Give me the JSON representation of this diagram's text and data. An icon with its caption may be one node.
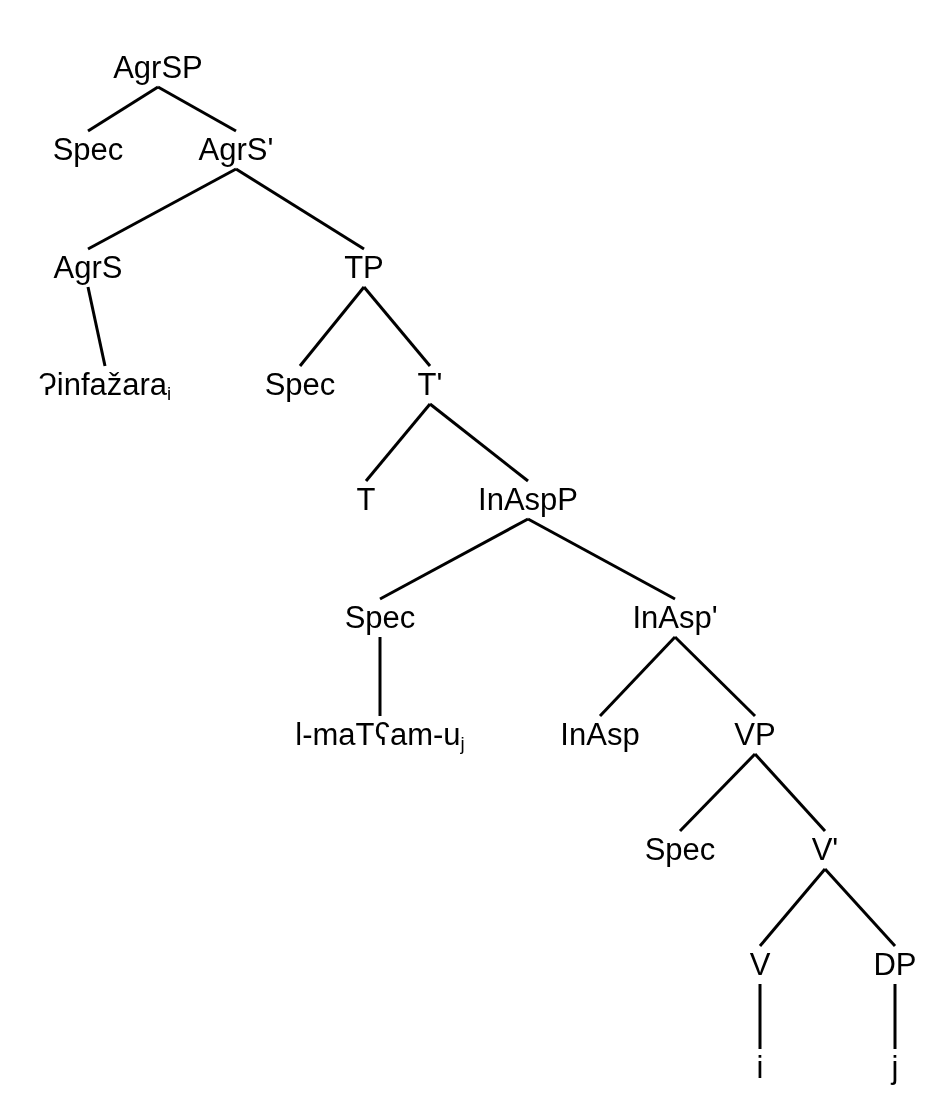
{
  "diagram": {
    "nodes": [
      {
        "text": [
          "AgrSP"
        ]
      },
      {
        "text": [
          "Spec"
        ]
      },
      {
        "text": [
          "AgrS'"
        ]
      },
      {
        "text": [
          "AgrS"
        ]
      },
      {
        "text": [
          "TP"
        ]
      },
      {
        "text": [
          "Ɂinfažara$_{i}$"
        ]
      },
      {
        "text": [
          "Spec"
        ]
      },
      {
        "text": [
          "T'"
        ]
      },
      {
        "text": [
          "T"
        ]
      },
      {
        "text": [
          "InAspP"
        ]
      },
      {
        "text": [
          "Spec"
        ]
      },
      {
        "text": [
          "InAsp'"
        ]
      },
      {
        "text": [
          "l-maTʕam-u$_{j}$"
        ]
      },
      {
        "text": [
          "InAsp"
        ]
      },
      {
        "text": [
          "VP"
        ]
      },
      {
        "text": [
          "Spec"
        ]
      },
      {
        "text": [
          "V'"
        ]
      },
      {
        "text": [
          "V"
        ]
      },
      {
        "text": [
          "DP"
        ]
      },
      {
        "text": [
          "i"
        ]
      },
      {
        "text": [
          "j"
        ]
      }
    ],
    "edges": [
      {
        "from": 0,
        "to": 1,
        "arrow": "none"
      },
      {
        "from": 0,
        "to": 2,
        "arrow": "none"
      },
      {
        "from": 2,
        "to": 3,
        "arrow": "none"
      },
      {
        "from": 2,
        "to": 4,
        "arrow": "none"
      },
      {
        "from": 3,
        "to": 5,
        "arrow": "none"
      },
      {
        "from": 4,
        "to": 6,
        "arrow": "none"
      },
      {
        "from": 4,
        "to": 7,
        "arrow": "none"
      },
      {
        "from": 7,
        "to": 8,
        "arrow": "none"
      },
      {
        "from": 7,
        "to": 9,
        "arrow": "none"
      },
      {
        "from": 9,
        "to": 10,
        "arrow": "none"
      },
      {
        "from": 9,
        "to": 11,
        "arrow": "none"
      },
      {
        "from": 10,
        "to": 12,
        "arrow": "none"
      },
      {
        "from": 11,
        "to": 13,
        "arrow": "none"
      },
      {
        "from": 11,
        "to": 14,
        "arrow": "none"
      },
      {
        "from": 14,
        "to": 15,
        "arrow": "none"
      },
      {
        "from": 14,
        "to": 16,
        "arrow": "none"
      },
      {
        "from": 16,
        "to": 17,
        "arrow": "none"
      },
      {
        "from": 16,
        "to": 18,
        "arrow": "none"
      },
      {
        "from": 17,
        "to": 19,
        "arrow": "none"
      },
      {
        "from": 18,
        "to": 20,
        "arrow": "none"
      }
    ]
  }
}
